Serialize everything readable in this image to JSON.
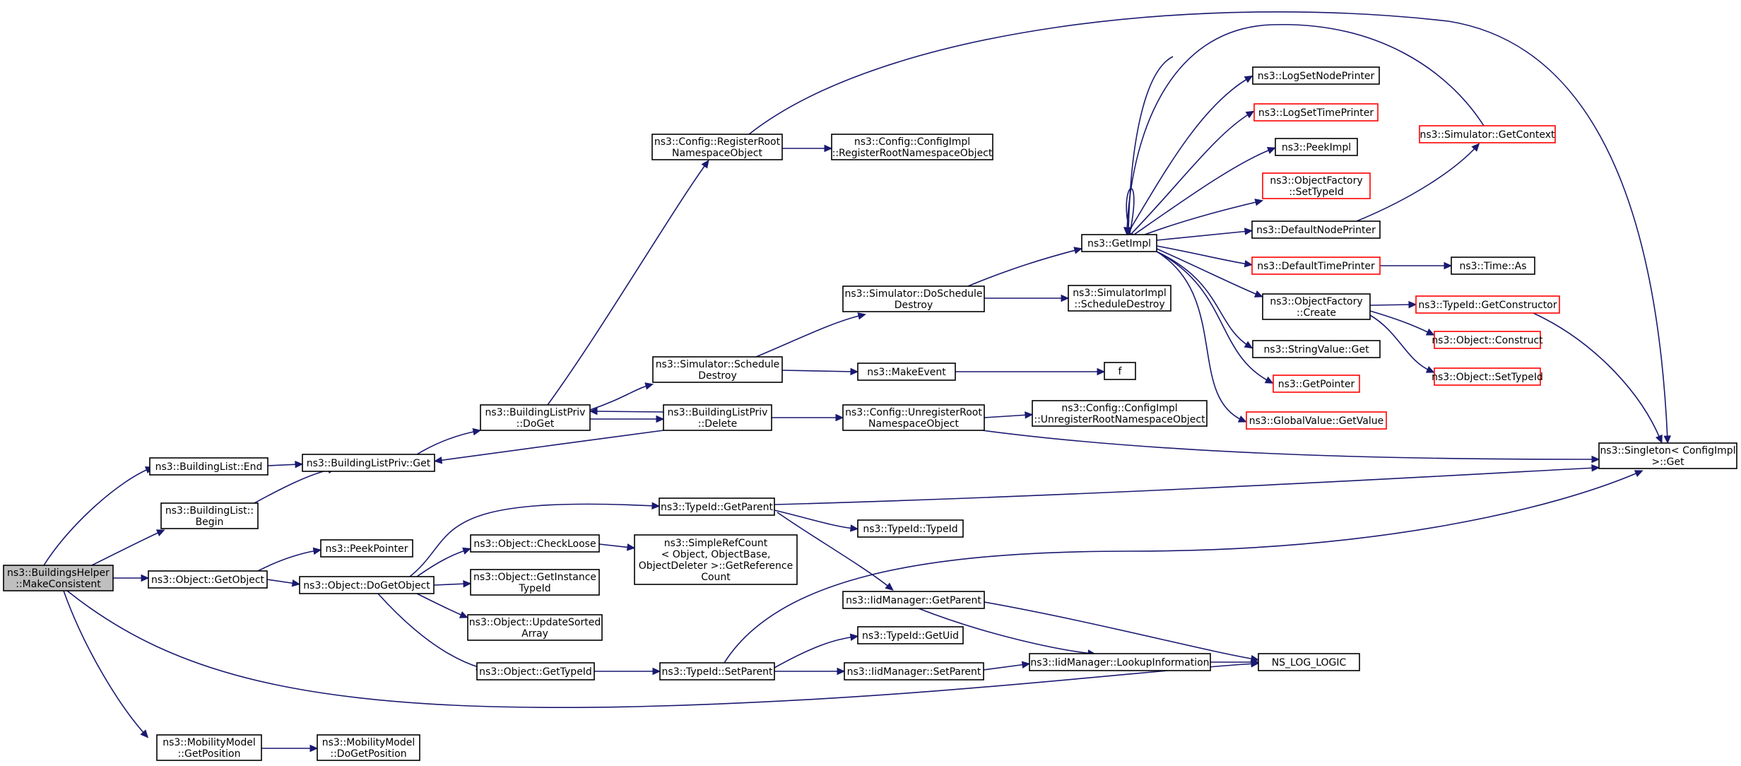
{
  "colors": {
    "edge": "#191970",
    "node_border": "#000000",
    "node_border_missing": "#ff0000",
    "root_fill": "#bfbfbf"
  },
  "nodes": [
    {
      "id": "root",
      "lines": [
        "ns3::BuildingsHelper",
        "::MakeConsistent"
      ],
      "kind": "root"
    },
    {
      "id": "bl_end",
      "lines": [
        "ns3::BuildingList::End"
      ]
    },
    {
      "id": "bl_begin",
      "lines": [
        "ns3::BuildingList::",
        "Begin"
      ]
    },
    {
      "id": "obj_getobject",
      "lines": [
        "ns3::Object::GetObject"
      ]
    },
    {
      "id": "mm_getpos",
      "lines": [
        "ns3::MobilityModel",
        "::GetPosition"
      ]
    },
    {
      "id": "blp_get",
      "lines": [
        "ns3::BuildingListPriv::Get"
      ]
    },
    {
      "id": "peekpointer",
      "lines": [
        "ns3::PeekPointer"
      ]
    },
    {
      "id": "obj_dogetobject",
      "lines": [
        "ns3::Object::DoGetObject"
      ]
    },
    {
      "id": "mm_dogetpos",
      "lines": [
        "ns3::MobilityModel",
        "::DoGetPosition"
      ]
    },
    {
      "id": "blp_doget",
      "lines": [
        "ns3::BuildingListPriv",
        "::DoGet"
      ]
    },
    {
      "id": "cfg_regroot",
      "lines": [
        "ns3::Config::RegisterRoot",
        "NamespaceObject"
      ]
    },
    {
      "id": "sim_schedule",
      "lines": [
        "ns3::Simulator::Schedule",
        "Destroy"
      ]
    },
    {
      "id": "blp_delete",
      "lines": [
        "ns3::BuildingListPriv",
        "::Delete"
      ]
    },
    {
      "id": "tid_getparent",
      "lines": [
        "ns3::TypeId::GetParent"
      ]
    },
    {
      "id": "obj_checkloose",
      "lines": [
        "ns3::Object::CheckLoose"
      ]
    },
    {
      "id": "obj_getinst",
      "lines": [
        "ns3::Object::GetInstance",
        "TypeId"
      ]
    },
    {
      "id": "obj_updsorted",
      "lines": [
        "ns3::Object::UpdateSorted",
        "Array"
      ]
    },
    {
      "id": "obj_gettypeid",
      "lines": [
        "ns3::Object::GetTypeId"
      ]
    },
    {
      "id": "cfgimpl_regroot",
      "lines": [
        "ns3::Config::ConfigImpl",
        "::RegisterRootNamespaceObject"
      ]
    },
    {
      "id": "sim_doschedule",
      "lines": [
        "ns3::Simulator::DoSchedule",
        "Destroy"
      ]
    },
    {
      "id": "makeevent",
      "lines": [
        "ns3::MakeEvent"
      ]
    },
    {
      "id": "cfg_unreg",
      "lines": [
        "ns3::Config::UnregisterRoot",
        "NamespaceObject"
      ]
    },
    {
      "id": "tid_typeid",
      "lines": [
        "ns3::TypeId::TypeId"
      ]
    },
    {
      "id": "simplerefcount",
      "lines": [
        "ns3::SimpleRefCount",
        "< Object, ObjectBase,",
        "ObjectDeleter >::GetReference",
        "Count"
      ]
    },
    {
      "id": "iid_getparent",
      "lines": [
        "ns3::IidManager::GetParent"
      ]
    },
    {
      "id": "tid_getuid",
      "lines": [
        "ns3::TypeId::GetUid"
      ]
    },
    {
      "id": "tid_setparent",
      "lines": [
        "ns3::TypeId::SetParent"
      ]
    },
    {
      "id": "iid_setparent",
      "lines": [
        "ns3::IidManager::SetParent"
      ]
    },
    {
      "id": "getimpl",
      "lines": [
        "ns3::GetImpl"
      ]
    },
    {
      "id": "simimpl_sched",
      "lines": [
        "ns3::SimulatorImpl",
        "::ScheduleDestroy"
      ]
    },
    {
      "id": "f",
      "lines": [
        "f"
      ]
    },
    {
      "id": "cfgimpl_unreg",
      "lines": [
        "ns3::Config::ConfigImpl",
        "::UnregisterRootNamespaceObject"
      ]
    },
    {
      "id": "iid_lookup",
      "lines": [
        "ns3::IidManager::LookupInformation"
      ]
    },
    {
      "id": "logsetnode",
      "lines": [
        "ns3::LogSetNodePrinter"
      ]
    },
    {
      "id": "logsettime",
      "lines": [
        "ns3::LogSetTimePrinter"
      ],
      "kind": "red"
    },
    {
      "id": "peekimpl",
      "lines": [
        "ns3::PeekImpl"
      ]
    },
    {
      "id": "of_settypeid",
      "lines": [
        "ns3::ObjectFactory",
        "::SetTypeId"
      ],
      "kind": "red"
    },
    {
      "id": "defnodeprinter",
      "lines": [
        "ns3::DefaultNodePrinter"
      ]
    },
    {
      "id": "deftimeprinter",
      "lines": [
        "ns3::DefaultTimePrinter"
      ],
      "kind": "red"
    },
    {
      "id": "of_create",
      "lines": [
        "ns3::ObjectFactory",
        "::Create"
      ]
    },
    {
      "id": "stringvalue_get",
      "lines": [
        "ns3::StringValue::Get"
      ]
    },
    {
      "id": "getpointer",
      "lines": [
        "ns3::GetPointer"
      ],
      "kind": "red"
    },
    {
      "id": "globalvalue",
      "lines": [
        "ns3::GlobalValue::GetValue"
      ],
      "kind": "red"
    },
    {
      "id": "ns_log_logic",
      "lines": [
        "NS_LOG_LOGIC"
      ]
    },
    {
      "id": "sim_getcontext",
      "lines": [
        "ns3::Simulator::GetContext"
      ],
      "kind": "red"
    },
    {
      "id": "time_as",
      "lines": [
        "ns3::Time::As"
      ]
    },
    {
      "id": "tid_getctor",
      "lines": [
        "ns3::TypeId::GetConstructor"
      ],
      "kind": "red"
    },
    {
      "id": "obj_construct",
      "lines": [
        "ns3::Object::Construct"
      ],
      "kind": "red"
    },
    {
      "id": "obj_settypeid",
      "lines": [
        "ns3::Object::SetTypeId"
      ],
      "kind": "red"
    },
    {
      "id": "singleton",
      "lines": [
        "ns3::Singleton< ConfigImpl",
        ">::Get"
      ]
    }
  ]
}
